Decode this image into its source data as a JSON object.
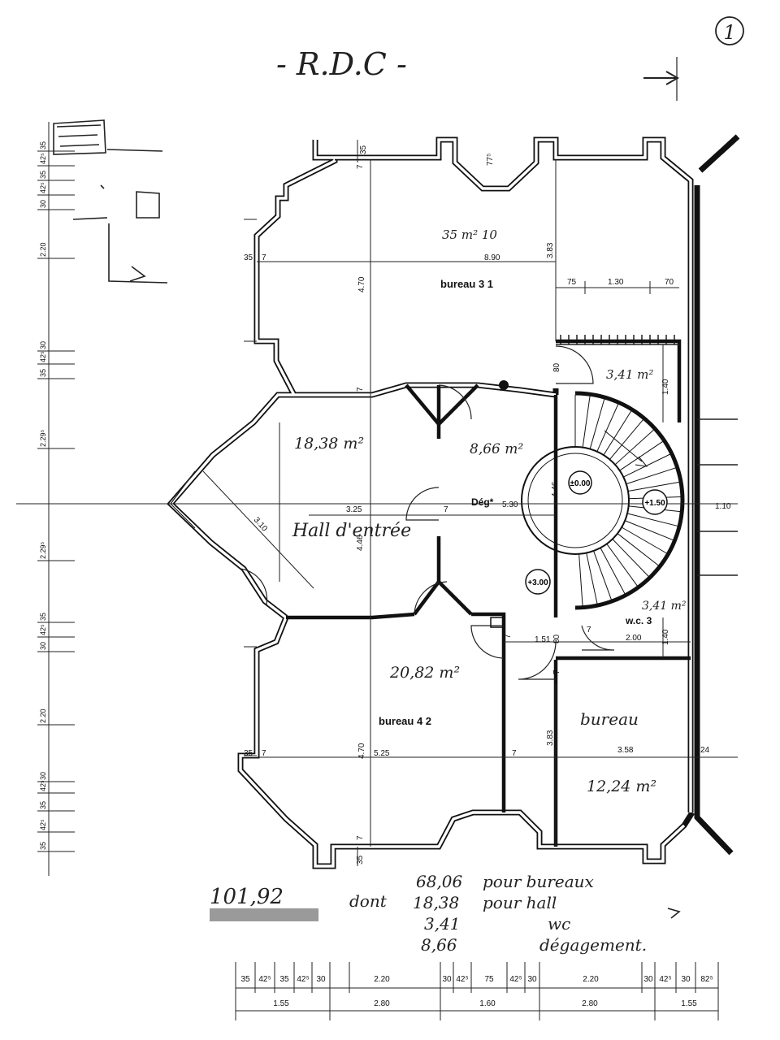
{
  "header": {
    "title": "- R.D.C -",
    "page_number": "1"
  },
  "rooms": {
    "bureau_1": {
      "name": "bureau 3 1",
      "area": "35 m² 10"
    },
    "wc_small": {
      "area": "3,41 m²"
    },
    "hall": {
      "name": "Hall d'entrée",
      "area": "18,38 m²"
    },
    "deg": {
      "name": "Dég*",
      "area": "8,66 m²"
    },
    "wc_3": {
      "name": "w.c. 3",
      "area": "3,41 m²"
    },
    "bureau_2": {
      "name": "bureau 4 2",
      "area": "20,82 m²"
    },
    "bureau_3": {
      "name": "bureau",
      "area": "12,24 m²"
    }
  },
  "levels": [
    "±0.00",
    "+1.50",
    "+3.00"
  ],
  "dims": {
    "top_35": "35",
    "top_7a": "7",
    "top_775": "77⁵",
    "r1_35": "35",
    "r1_7": "7",
    "r1_890": "8.90",
    "r1_383": "3.83",
    "r1_470": "4.70",
    "s_75": "75",
    "s_130": "1.30",
    "s_70": "70",
    "s_80": "80",
    "s_140": "1.40",
    "hall_7": "7",
    "hall_325": "3.25",
    "hall_446": "4.46",
    "hall_310": "3.10",
    "deg_7": "7",
    "deg_530": "5.30",
    "deg_446": "4.46",
    "right_110": "1.10",
    "low_7a": "7",
    "low_151": "1.51",
    "low_80": "80",
    "low_7b": "7",
    "low_200": "2.00",
    "low_140": "1.40",
    "low_7c": "7",
    "b2_470": "4.70",
    "b2_35": "35",
    "b2_7": "7",
    "b2_525": "5.25",
    "b2_7b": "7",
    "b3_383": "3.83",
    "b3_358": "3.58",
    "b3_24": "24",
    "bot_7": "7",
    "bot_35": "35"
  },
  "left_dims": [
    "35",
    "42⁵",
    "35",
    "42⁵",
    "30",
    "2.20",
    "30",
    "42⁵",
    "35",
    "2.29⁵",
    "2.29⁵",
    "35",
    "42⁵",
    "30",
    "2.20",
    "30",
    "42⁵",
    "35",
    "42⁵",
    "35"
  ],
  "bottom_row1": [
    "35",
    "42⁵",
    "35",
    "42⁵",
    "30",
    "2.20",
    "30",
    "42⁵",
    "75",
    "42⁵",
    "30",
    "2.20",
    "30",
    "42⁵",
    "30",
    "82⁵"
  ],
  "bottom_row2": [
    "1.55",
    "2.80",
    "1.60",
    "2.80",
    "1.55"
  ],
  "summary": {
    "total": "101,92",
    "dont": "dont",
    "lines": [
      {
        "value": "68,06",
        "label": "pour bureaux"
      },
      {
        "value": "18,38",
        "label": "pour hall"
      },
      {
        "value": "3,41",
        "label": "wc"
      },
      {
        "value": "8,66",
        "label": "dégagement."
      }
    ]
  }
}
